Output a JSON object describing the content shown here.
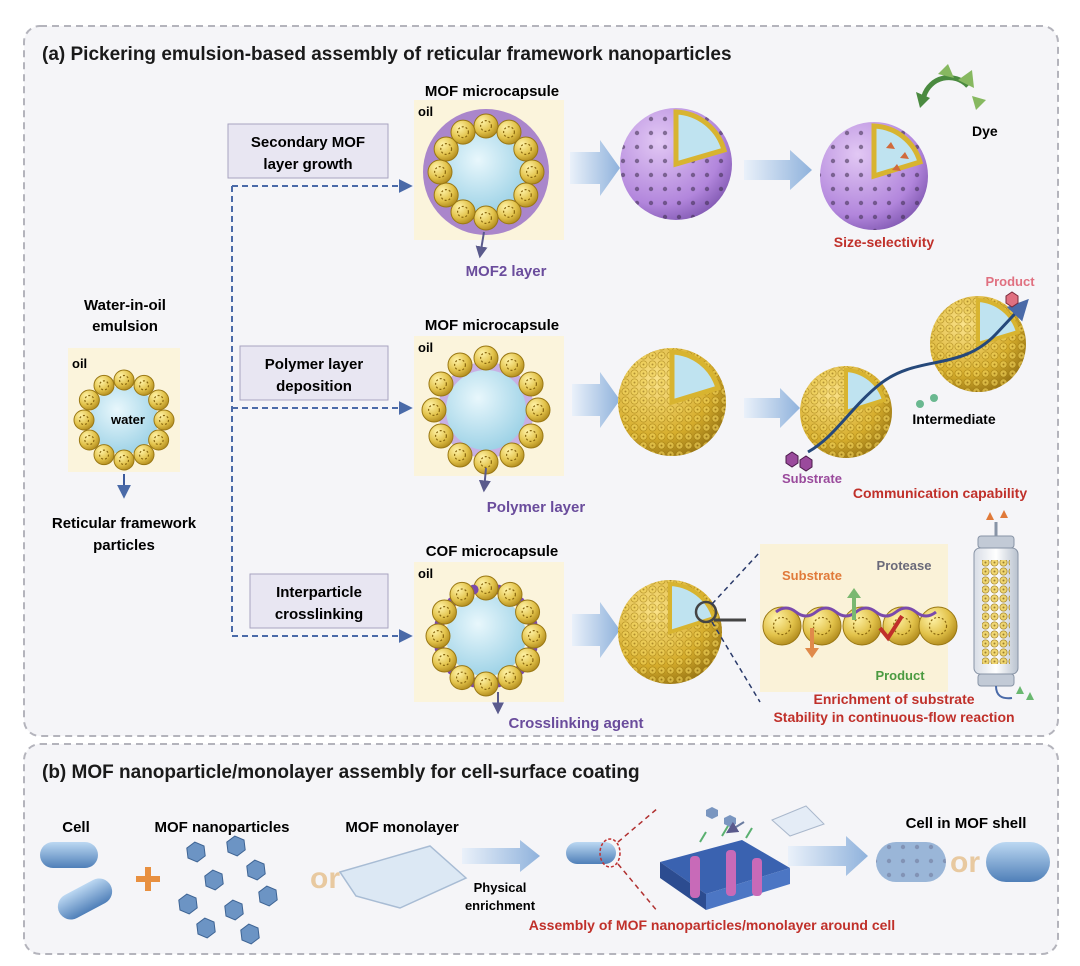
{
  "panel_a": {
    "title": "(a) Pickering emulsion-based assembly of reticular framework nanoparticles",
    "emulsion": {
      "title_line1": "Water-in-oil",
      "title_line2": "emulsion",
      "oil": "oil",
      "water": "water",
      "caption_line1": "Reticular framework",
      "caption_line2": "particles"
    },
    "rows": [
      {
        "step_line1": "Secondary MOF",
        "step_line2": "layer growth",
        "capsule_title": "MOF microcapsule",
        "oil": "oil",
        "layer_label": "MOF2 layer",
        "extra": "Dye",
        "result": "Size-selectivity"
      },
      {
        "step_line1": "Polymer layer",
        "step_line2": "deposition",
        "capsule_title": "MOF microcapsule",
        "oil": "oil",
        "layer_label": "Polymer layer",
        "product": "Product",
        "intermediate": "Intermediate",
        "substrate": "Substrate",
        "result": "Communication capability"
      },
      {
        "step_line1": "Interparticle",
        "step_line2": "crosslinking",
        "capsule_title": "COF microcapsule",
        "oil": "oil",
        "layer_label": "Crosslinking agent",
        "substrate": "Substrate",
        "protease": "Protease",
        "product": "Product",
        "result_line1": "Enrichment of substrate",
        "result_line2": "Stability in continuous-flow reaction"
      }
    ]
  },
  "panel_b": {
    "title": "(b) MOF nanoparticle/monolayer assembly for cell-surface coating",
    "cell": "Cell",
    "nanoparticles": "MOF nanoparticles",
    "or": "or",
    "monolayer": "MOF monolayer",
    "physical_line1": "Physical",
    "physical_line2": "enrichment",
    "assembly": "Assembly of MOF nanoparticles/monolayer around cell",
    "cell_shell": "Cell in MOF shell"
  },
  "colors": {
    "panel_bg": "#f5f5f8",
    "panel_border": "#b4b4bc",
    "step_box": "#e8e6f2",
    "dashed_arrow": "#4a6aa8",
    "square_bg": "#fbf4dc",
    "particle": "#e0c040",
    "purple": "#9b72c8",
    "water": "#bfe3f0",
    "red_text": "#c0302a",
    "purple_text": "#6a4c9c"
  }
}
